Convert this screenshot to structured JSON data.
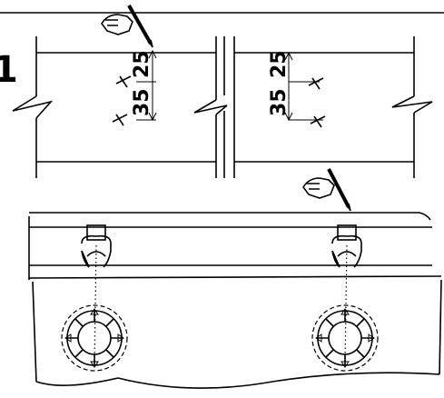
{
  "step_label": "1",
  "left_panel": {
    "dim_top": "25",
    "dim_bottom": "35"
  },
  "right_panel": {
    "dim_top": "25",
    "dim_bottom": "35"
  },
  "colors": {
    "line": "#000000",
    "background": "#ffffff"
  },
  "icons": [
    "pencil-hand-icon",
    "pencil-hand-icon",
    "clip-icon",
    "clip-icon",
    "cap-icon",
    "cap-icon"
  ]
}
